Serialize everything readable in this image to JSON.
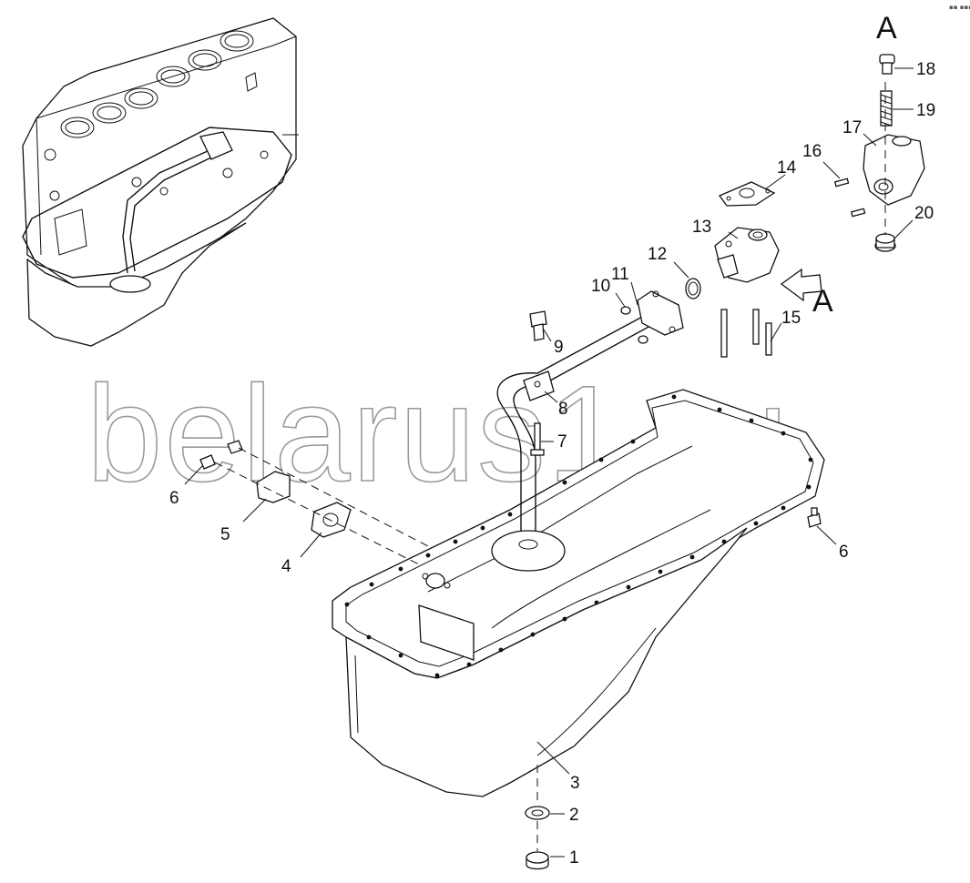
{
  "watermark": "belarus1.ru",
  "corner_mark": "▪▪ ▪▪▪",
  "view_labels": {
    "detail_a": "A",
    "arrow_a": "A"
  },
  "parts": [
    {
      "num": "1"
    },
    {
      "num": "2"
    },
    {
      "num": "3"
    },
    {
      "num": "4"
    },
    {
      "num": "5"
    },
    {
      "num": "6"
    },
    {
      "num": "6"
    },
    {
      "num": "7"
    },
    {
      "num": "8"
    },
    {
      "num": "9"
    },
    {
      "num": "10"
    },
    {
      "num": "11"
    },
    {
      "num": "12"
    },
    {
      "num": "13"
    },
    {
      "num": "14"
    },
    {
      "num": "15"
    },
    {
      "num": "16"
    },
    {
      "num": "17"
    },
    {
      "num": "18"
    },
    {
      "num": "19"
    },
    {
      "num": "20"
    }
  ]
}
